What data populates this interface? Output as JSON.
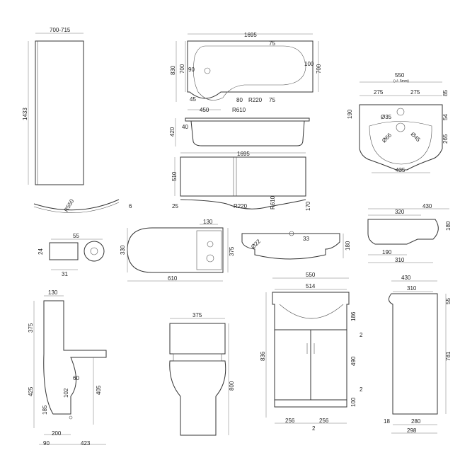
{
  "shower_screen": {
    "labels": [
      "700-715",
      "1433",
      "R550",
      "6"
    ]
  },
  "screen_profile": {
    "labels": [
      "55",
      "24",
      "31"
    ]
  },
  "bath_plan": {
    "labels": [
      "1695",
      "830",
      "700",
      "75",
      "90",
      "100",
      "700",
      "45",
      "80",
      "R220",
      "75",
      "450",
      "R610"
    ]
  },
  "bath_side": {
    "labels": [
      "40",
      "420"
    ]
  },
  "bath_panel": {
    "labels": [
      "1695",
      "510",
      "25",
      "R220",
      "R610",
      "170"
    ]
  },
  "basin_plan": {
    "labels": [
      "550",
      "(+/- 5mm)",
      "275",
      "275",
      "85",
      "190",
      "Ø35",
      "54",
      "Ø66",
      "Ø45",
      "265",
      "435"
    ]
  },
  "basin_side": {
    "labels": [
      "430",
      "320",
      "180",
      "190",
      "310"
    ]
  },
  "basin_front": {
    "labels": [
      "Ø22",
      "33",
      "180"
    ]
  },
  "toilet_plan": {
    "labels": [
      "130",
      "330",
      "375",
      "610"
    ]
  },
  "toilet_side": {
    "labels": [
      "130",
      "375",
      "425",
      "60",
      "102",
      "405",
      "185",
      "200",
      "90",
      "423"
    ]
  },
  "toilet_front": {
    "labels": [
      "375",
      "800"
    ]
  },
  "vanity_front": {
    "labels": [
      "550",
      "514",
      "186",
      "2",
      "836",
      "490",
      "2",
      "100",
      "256",
      "256",
      "2"
    ]
  },
  "vanity_side": {
    "labels": [
      "430",
      "310",
      "55",
      "781",
      "18",
      "280",
      "298"
    ]
  }
}
